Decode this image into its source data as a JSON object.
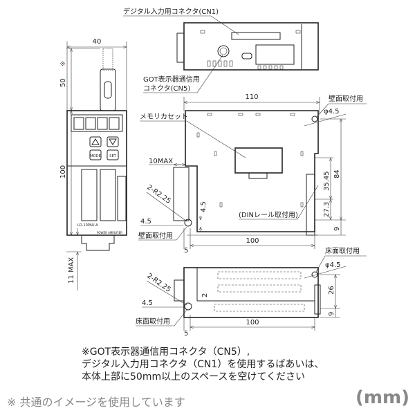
{
  "labels": {
    "cn1": "デジタル入力用コネクタ(CN1)",
    "cn5_line1": "GOT表示器通信用",
    "cn5_line2": "コネクタ(CN5)",
    "memory_cassette": "メモリカセット",
    "wall_mount_top": "壁面取付用",
    "wall_mount_bottom": "壁面取付用",
    "din_rail": "(DINレール取付用)",
    "floor_mount_top": "床面取付用",
    "floor_mount_bottom": "床面取付用"
  },
  "front_panel": {
    "mode_button": "MODE",
    "set_button": "SET",
    "model": "LD-10PAU-A",
    "amp": "POWER AMPLIFIER"
  },
  "dimensions": {
    "front_width": "40",
    "top_space": "50",
    "top_space_mark": "※",
    "front_height": "100",
    "bottom_max": "11 MAX",
    "side_width": "110",
    "hole_dia_1": "φ4.5",
    "hole_dia_2": "φ4.5",
    "ten_max": "10MAX",
    "radius_1": "2-R2.25",
    "radius_2": "2-R2.25",
    "h84": "84",
    "h35_45": "35.45",
    "h27_3": "27.3",
    "h9_a": "9",
    "offset_4_5_a": "4.5",
    "offset_4_5_b": "4.5",
    "offset_5_a": "5",
    "pitch_100_a": "100",
    "h26": "26",
    "h9_b": "9",
    "offset_4_5_c": "4.5",
    "offset_2": "2",
    "offset_5_b": "5",
    "pitch_100_b": "100"
  },
  "notes": [
    "※GOT表示器通信用コネクタ（CN5）,",
    "デジタル入力用コネクタ（CN1）を使用するばあいは、",
    "本体上部に50mm以上のスペースを空けてください"
  ],
  "footer": {
    "disclaimer": "※ 共通のイメージを使用しています",
    "unit": "(mm)"
  },
  "colors": {
    "mark": "#e02020",
    "footer": "#888888"
  }
}
